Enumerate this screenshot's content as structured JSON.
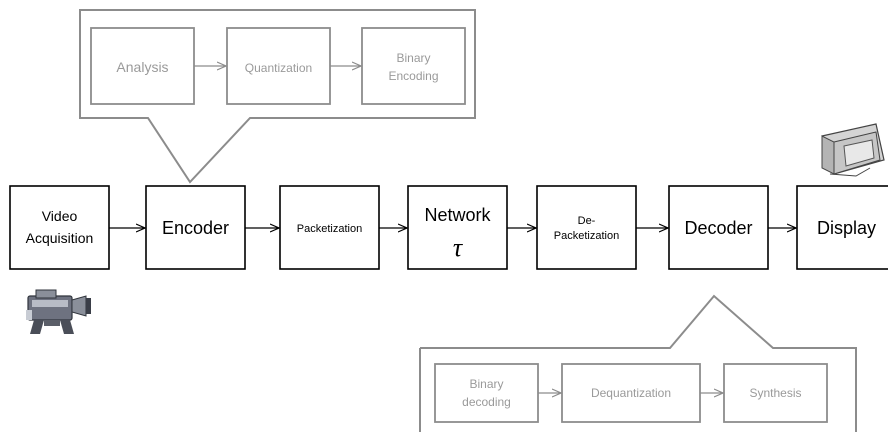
{
  "pipeline": {
    "video_acquisition": [
      "Video",
      "Acquisition"
    ],
    "encoder": "Encoder",
    "packetization": "Packetization",
    "network": "Network",
    "network_symbol": "τ",
    "depacketization": [
      "De-",
      "Packetization"
    ],
    "decoder": "Decoder",
    "display": "Display"
  },
  "encoder_detail": {
    "analysis": "Analysis",
    "quantization": "Quantization",
    "binary_encoding": [
      "Binary",
      "Encoding"
    ]
  },
  "decoder_detail": {
    "binary_decoding": [
      "Binary",
      "decoding"
    ],
    "dequantization": "Dequantization",
    "synthesis": "Synthesis"
  },
  "icons": {
    "camera": "video-camera-icon",
    "monitor": "monitor-icon"
  }
}
